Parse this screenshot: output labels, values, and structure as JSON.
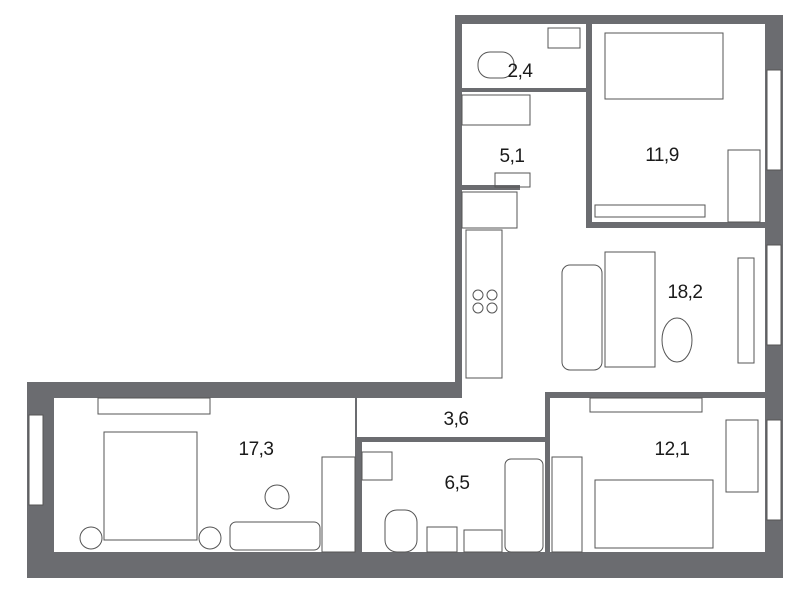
{
  "colors": {
    "wall": "#6b6c70",
    "floor": "#ffffff",
    "furniture_line": "#555555"
  },
  "rooms": [
    {
      "id": "bathroom-small",
      "area": "2,4"
    },
    {
      "id": "hallway-upper",
      "area": "5,1"
    },
    {
      "id": "bedroom-upper",
      "area": "11,9"
    },
    {
      "id": "living-kitchen",
      "area": "18,2"
    },
    {
      "id": "hallway-lower",
      "area": "3,6"
    },
    {
      "id": "bedroom-left",
      "area": "17,3"
    },
    {
      "id": "bathroom-large",
      "area": "6,5"
    },
    {
      "id": "bedroom-right",
      "area": "12,1"
    }
  ]
}
